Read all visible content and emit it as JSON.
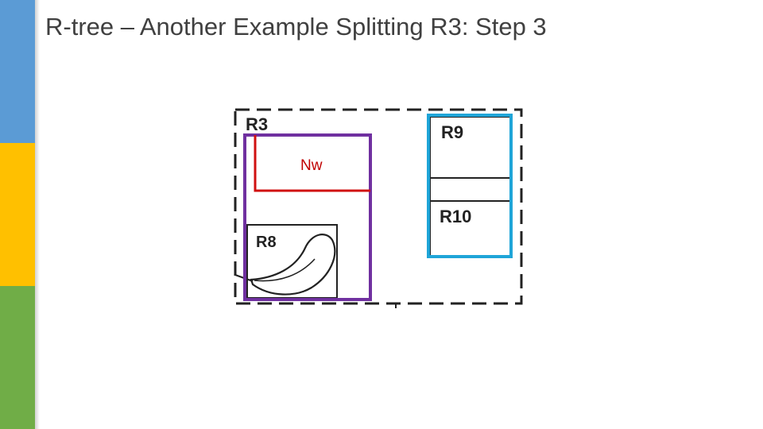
{
  "slide": {
    "title": "R-tree – Another Example Splitting R3:  Step 3"
  },
  "colors": {
    "sidebar_blue": "#5b9bd5",
    "sidebar_yellow": "#ffc000",
    "sidebar_green": "#70ad47",
    "purple_box": "#7030a0",
    "red_box": "#d01010",
    "cyan_box": "#1fa5d8",
    "black_sketch": "#222222"
  },
  "diagram": {
    "labels": {
      "r3": "R3",
      "r8": "R8",
      "r9": "R9",
      "r10": "R10",
      "nw": "Nw"
    }
  }
}
